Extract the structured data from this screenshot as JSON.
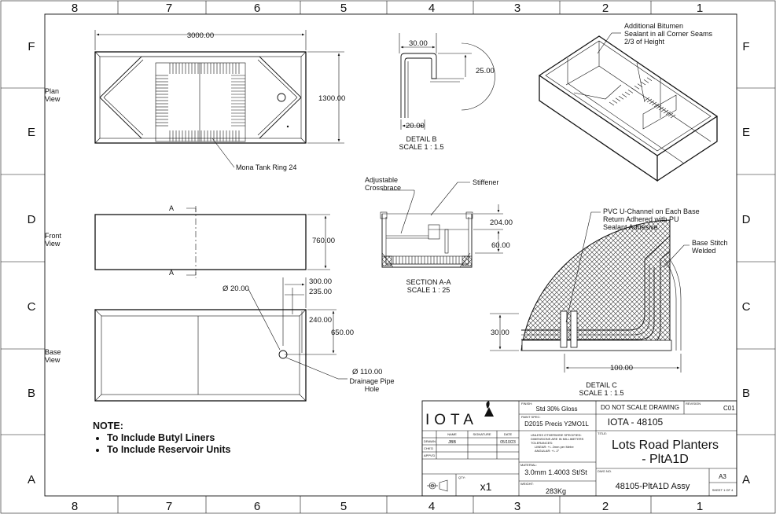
{
  "zones": {
    "columns": [
      "8",
      "7",
      "6",
      "5",
      "4",
      "3",
      "2",
      "1"
    ],
    "rows": [
      "F",
      "E",
      "D",
      "C",
      "B",
      "A"
    ]
  },
  "views": {
    "plan": "Plan\nView",
    "front": "Front\nView",
    "base": "Base\nView"
  },
  "dimensions": {
    "plan_length": "3000.00",
    "plan_width": "1300.00",
    "front_height": "760.00",
    "base_300": "300.00",
    "base_235": "235.00",
    "base_240": "240.00",
    "base_650": "650.00",
    "hole_dia_20": "Ø 20.00",
    "hole_dia_110": "Ø 110.00",
    "detail_b_30": "30.00",
    "detail_b_25": "25.00",
    "detail_b_20": "20.00",
    "section_204": "204.00",
    "section_60": "60.00",
    "detail_c_30": "30.00",
    "detail_c_100": "100.00"
  },
  "labels": {
    "mona_tank": "Mona Tank Ring 24",
    "drainage": "Drainage Pipe\nHole",
    "adjustable": "Adjustable\nCrossbrace",
    "stiffener": "Stiffener",
    "section_marker": "A",
    "bitumen": "Additional Bitumen\nSealant in all Corner Seams\n2/3 of Height",
    "pvc": "PVC U-Channel on Each Base\nReturn Adhered with PU\nSealant Adhesive",
    "base_stitch": "Base Stitch\nWelded",
    "detail_b_title": "DETAIL B",
    "detail_b_scale": "SCALE 1 : 1.5",
    "section_title": "SECTION A-A",
    "section_scale": "SCALE 1 : 25",
    "detail_c_title": "DETAIL C",
    "detail_c_scale": "SCALE 1 : 1.5"
  },
  "note": {
    "title": "NOTE:",
    "items": [
      "To Include Butyl Liners",
      "To Include Reservoir Units"
    ]
  },
  "title_block": {
    "logo": "IOTA",
    "finish_label": "FINISH:",
    "finish": "Std 30% Gloss",
    "paint_label": "PAINT SPEC:",
    "paint": "D2015 Precis Y2MO1L",
    "do_not_scale": "DO NOT SCALE DRAWING",
    "revision_label": "REVISION",
    "revision": "C01",
    "project": "IOTA - 48105",
    "title_label": "TITLE:",
    "title_line1": "Lots Road Planters",
    "title_line2": "- PltA1D",
    "col_name": "NAME",
    "col_signature": "SIGNATURE",
    "col_date": "DATE",
    "row_drawn": "DRAWN",
    "row_chkd": "CHK'D",
    "row_apprv": "APPV'D",
    "drawn_name": "JBB",
    "drawn_date": "05/10/23",
    "tolerances": [
      "UNLESS OTHERWISE SPECIFIED:",
      "DIMENSIONS ARE IN MILLIMETERS",
      "TOLERANCES:",
      "LINEAR: +/- 2mm per Metre",
      "ANGULAR: +/- 2°"
    ],
    "material_label": "MATERIAL:",
    "material": "3.0mm 1.4003 St/St",
    "qty_label": "QTY:",
    "qty": "x1",
    "weight_label": "WEIGHT:",
    "weight": "283Kg",
    "dwg_label": "DWG NO.",
    "dwg_no": "48105-PltA1D Assy",
    "size": "A3",
    "sheet": "SHEET 1 OF 4"
  }
}
